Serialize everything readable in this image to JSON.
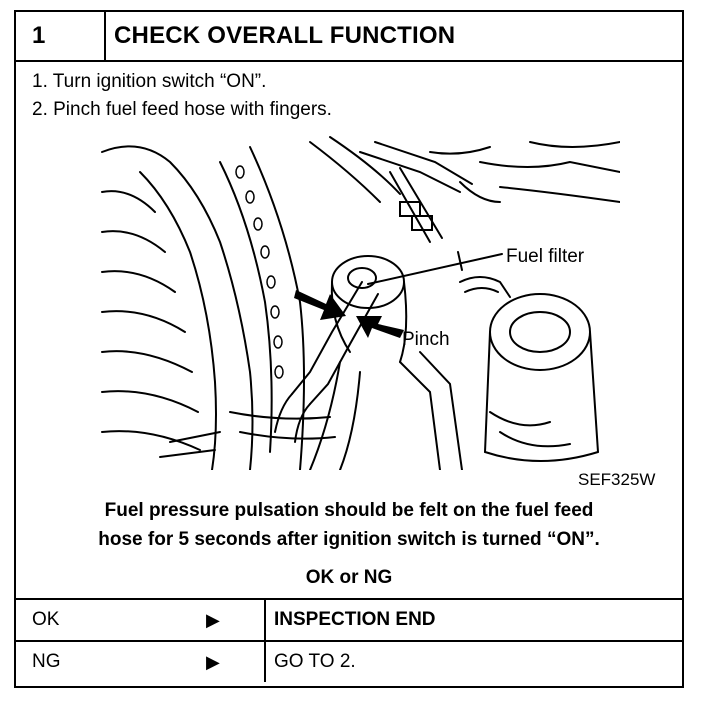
{
  "header": {
    "number": "1",
    "title": "CHECK OVERALL FUNCTION"
  },
  "steps": [
    "1.  Turn ignition switch “ON”.",
    "2.  Pinch fuel feed hose with fingers."
  ],
  "figure": {
    "label_filter": "Fuel filter",
    "label_pinch": "Pinch",
    "code": "SEF325W"
  },
  "result": {
    "line1": "Fuel pressure pulsation should be felt on the fuel feed",
    "line2": "hose for 5 seconds after ignition switch is turned “ON”."
  },
  "prompt": "OK or NG",
  "outcomes": [
    {
      "label": "OK",
      "arrow": "▶",
      "action": "INSPECTION END"
    },
    {
      "label": "NG",
      "arrow": "▶",
      "action": "GO TO 2."
    }
  ]
}
